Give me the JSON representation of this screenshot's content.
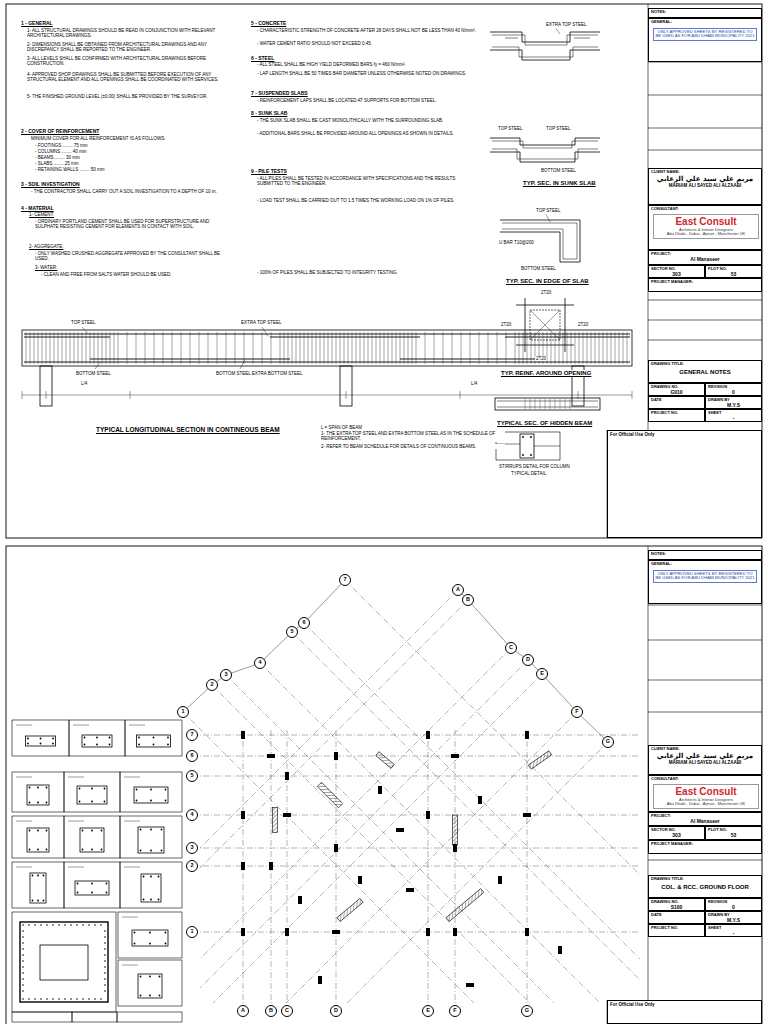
{
  "diagram": {
    "nodes": [
      {
        "text": [
          "NOTES:"
        ]
      },
      {
        "text": [
          "GENERAL:",
          "ONLY APPROVED SHEETS BY REGISTERED TO BE USED AS FOR ABU DHABI MUNICIPALITY 2021"
        ]
      },
      {
        "text": [
          "CLIENT NAME:",
          "مريم علي سيد علي الزعابي",
          "MARIAM ALI SAYED ALI ALZAABI"
        ]
      },
      {
        "text": [
          "CONSULTANT:"
        ]
      },
      {
        "text": [
          "East Consult",
          "Architects & Interior Designers",
          "Abu Dhabi - Dubai - Ajman - Manchester UK"
        ],
        "in": 3
      },
      {
        "text": [
          "PROJECT:",
          "Al Manaseer"
        ]
      },
      {
        "text": [
          "SECTOR NO.",
          "303"
        ]
      },
      {
        "text": [
          "PLOT NO.",
          "53"
        ]
      },
      {
        "text": [
          "PROJECT MANAGER:"
        ]
      },
      {
        "text": [
          "DRAWING TITLE:",
          "GENERAL NOTES"
        ]
      },
      {
        "text": [
          "DRAWING NO.",
          "G010"
        ]
      },
      {
        "text": [
          "REVISION",
          "0"
        ]
      },
      {
        "text": [
          "DATE"
        ]
      },
      {
        "text": [
          "DRAWN BY",
          "M.Y.S"
        ]
      },
      {
        "text": [
          "PROJECT NO."
        ]
      },
      {
        "text": [
          "SHEET",
          "-"
        ]
      },
      {
        "text": [
          "For Official Use Only"
        ]
      },
      {
        "text": [
          "1"
        ]
      },
      {
        "text": [
          "2"
        ]
      },
      {
        "text": [
          "3"
        ]
      },
      {
        "text": [
          "4"
        ]
      },
      {
        "text": [
          "5"
        ]
      },
      {
        "text": [
          "6"
        ]
      },
      {
        "text": [
          "7"
        ]
      },
      {
        "text": [
          "A"
        ]
      },
      {
        "text": [
          "B"
        ]
      },
      {
        "text": [
          "C"
        ]
      },
      {
        "text": [
          "D"
        ]
      },
      {
        "text": [
          "E"
        ]
      },
      {
        "text": [
          "F"
        ]
      },
      {
        "text": [
          "G"
        ]
      },
      {
        "text": [
          "7"
        ]
      },
      {
        "text": [
          "6"
        ]
      },
      {
        "text": [
          "5"
        ]
      },
      {
        "text": [
          "4"
        ]
      },
      {
        "text": [
          "3"
        ]
      },
      {
        "text": [
          "2"
        ]
      },
      {
        "text": [
          "1"
        ]
      },
      {
        "text": [
          "A"
        ]
      },
      {
        "text": [
          "B"
        ]
      },
      {
        "text": [
          "C"
        ]
      },
      {
        "text": [
          "D"
        ]
      },
      {
        "text": [
          "E"
        ]
      },
      {
        "text": [
          "F"
        ]
      },
      {
        "text": [
          "G"
        ]
      },
      {
        "text": [
          "NOTES:"
        ]
      },
      {
        "text": [
          "GENERAL:",
          "ONLY APPROVED SHEETS BY REGISTERED TO BE USED AS FOR ABU DHABI MUNICIPALITY 2021"
        ]
      },
      {
        "text": [
          "CLIENT NAME:",
          "مريم علي سيد علي الزعابي",
          "MARIAM ALI SAYED ALI ALZAABI"
        ]
      },
      {
        "text": [
          "CONSULTANT:"
        ]
      },
      {
        "text": [
          "East Consult",
          "Architects & Interior Designers",
          "Abu Dhabi - Dubai - Ajman - Manchester UK"
        ],
        "in": 48
      },
      {
        "text": [
          "PROJECT:",
          "Al Manaseer"
        ]
      },
      {
        "text": [
          "SECTOR NO.",
          "303"
        ]
      },
      {
        "text": [
          "PLOT NO.",
          "53"
        ]
      },
      {
        "text": [
          "PROJECT MANAGER:"
        ]
      },
      {
        "text": [
          "DRAWING TITLE:",
          "COL. & RCC. GROUND FLOOR"
        ]
      },
      {
        "text": [
          "DRAWING NO.",
          "S100"
        ]
      },
      {
        "text": [
          "REVISION",
          "0"
        ]
      },
      {
        "text": [
          "DATE"
        ]
      },
      {
        "text": [
          "DRAWN BY",
          "M.Y.S"
        ]
      },
      {
        "text": [
          "PROJECT NO."
        ]
      },
      {
        "text": [
          "SHEET",
          "-"
        ]
      },
      {
        "text": [
          "For Official Use Only"
        ]
      }
    ],
    "labels": [
      "1 - GENERAL",
      "1- ALL STRUCTURAL DRAWINGS SHOULD BE READ IN CONJUNCTION WITH RELEVANT ARCHITECTURAL DRAWINGS.",
      "2- DIMENSIONS SHALL BE OBTAINED FROM ARCHITECTURAL DRAWINGS AND ANY DISCREPANCY SHALL BE REPORTED TO THE ENGINEER.",
      "3- ALL LEVELS SHALL BE CONFIRMED WITH ARCHITECTURAL DRAWINGS BEFORE CONSTRUCTION.",
      "4- APPROVED SHOP DRAWINGS SHALL BE SUBMITTED BEFORE EXECUTION OF ANY STRUCTURAL ELEMENT AND ALL OPENINGS SHALL BE COORDINATED WITH SERVICES.",
      "5- THE FINISHED GROUND LEVEL (±0.00) SHALL BE PROVIDED BY THE SURVEYOR.",
      "2 - COVER OF REINFORCEMENT",
      "MINIMUM COVER FOR ALL REINFORCEMENT IS AS FOLLOWS:",
      "- FOOTINGS ........ 75 mm",
      "- COLUMNS ........ 40 mm",
      "- BEAMS ........ 30 mm",
      "- SLABS ........ 25 mm",
      "- RETAINING WALLS ........ 50 mm",
      "3 - SOIL INVESTIGATION",
      "- THE CONTRACTOR SHALL CARRY OUT A SOIL INVESTIGATION TO A DEPTH OF 10 m.",
      "4 - MATERIAL",
      "1- CEMENT:",
      "- ORDINARY PORTLAND CEMENT SHALL BE USED FOR SUPERSTRUCTURE AND SULPHATE RESISTING CEMENT FOR ELEMENTS IN CONTACT WITH SOIL.",
      "2- AGGREGATE:",
      "- ONLY WASHED CRUSHED AGGREGATE APPROVED BY THE CONSULTANT SHALL BE USED.",
      "3- WATER:",
      "- CLEAN AND FREE FROM SALTS WATER SHOULD BE USED.",
      "5 - CONCRETE",
      "- CHARACTERISTIC STRENGTH OF CONCRETE AFTER 28 DAYS SHALL NOT BE LESS THAN 40 N/mm².",
      "- WATER CEMENT RATIO SHOULD NOT EXCEED 0.45.",
      "6 - STEEL",
      "- ALL STEEL SHALL BE HIGH YIELD DEFORMED BARS fy = 460 N/mm².",
      "- LAP LENGTH SHALL BE 50 TIMES BAR DIAMETER UNLESS OTHERWISE NOTED ON DRAWINGS.",
      "7 - SUSPENDED SLABS",
      "- REINFORCEMENT LAPS SHALL BE LOCATED AT SUPPORTS FOR BOTTOM STEEL.",
      "8 - SUNK SLAB",
      "- THE SUNK SLAB SHALL BE CAST MONOLITHICALLY WITH THE SURROUNDING SLAB.",
      "- ADDITIONAL BARS SHALL BE PROVIDED AROUND ALL OPENINGS AS SHOWN IN DETAILS.",
      "9 - PILE TESTS",
      "- ALL PILES SHALL BE TESTED IN ACCORDANCE WITH SPECIFICATIONS AND THE RESULTS SUBMITTED TO THE ENGINEER.",
      "- LOAD TEST SHALL BE CARRIED OUT TO 1.5 TIMES THE WORKING LOAD ON 1% OF PILES.",
      "- 100% OF PILES SHALL BE SUBJECTED TO INTEGRITY TESTING.",
      "TOP STEEL",
      "EXTRA TOP STEEL",
      "BOTTOM STEEL",
      "BOTTOM STEEL EXTRA BOTTOM STEEL",
      "L/4",
      "L/4",
      "TYPICAL LONGITUDINAL SECTION IN CONTINEOUS BEAM",
      "L = SPAN OF BEAM",
      "1- THE EXTRA TOP STEEL AND EXTRA BOTTOM STEEL AS IN THE SCHEDULE OF REINFORCEMENT.",
      "2- REFER TO BEAM SCHEDULE FOR DETAILS OF CONTINUOUS BEAMS.",
      "EXTRA TOP STEEL",
      "TOP STEEL",
      "TOP STEEL",
      "BOTTOM STEEL",
      "TYP. SEC. IN SUNK SLAB",
      "TOP STEEL",
      "U BAR T10@200",
      "BOTTOM STEEL",
      "TYP. SEC. IN EDGE OF SLAB",
      "2T20",
      "2T20",
      "2T20",
      "2T20",
      "TYP. REINF. AROUND OPENING",
      "TYPICAL SEC. OF HIDDEN BEAM",
      "STIRRUPS DETAIL FOR COLUMN",
      "TYPICAL DETAIL"
    ]
  }
}
